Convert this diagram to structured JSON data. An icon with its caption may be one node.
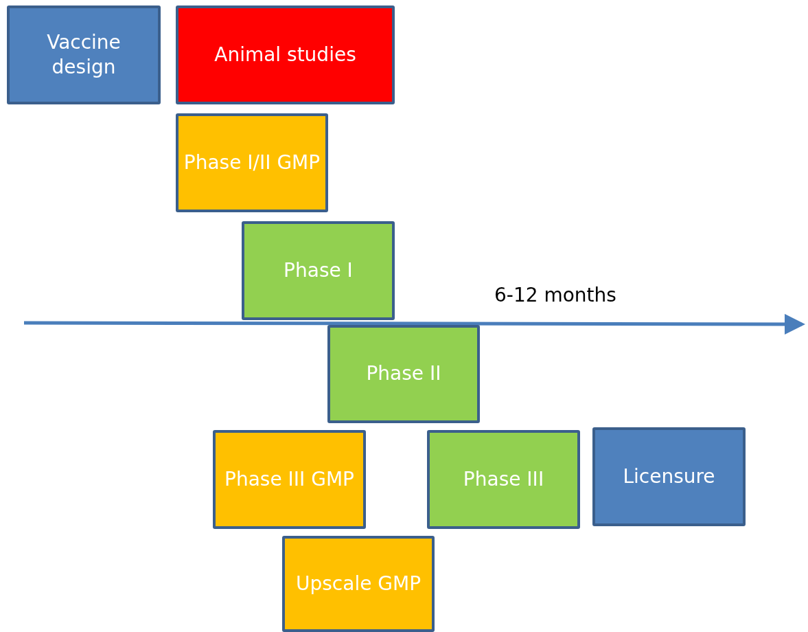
{
  "diagram": {
    "nodes": [
      {
        "text": [
          "Vaccine design"
        ]
      },
      {
        "text": [
          "Animal studies"
        ]
      },
      {
        "text": [
          "Phase I/II GMP"
        ]
      },
      {
        "text": [
          "Phase I"
        ]
      },
      {
        "text": [
          "Phase II"
        ]
      },
      {
        "text": [
          "Phase III GMP"
        ]
      },
      {
        "text": [
          "Phase III"
        ]
      },
      {
        "text": [
          "Licensure"
        ]
      },
      {
        "text": [
          "Upscale GMP"
        ]
      }
    ],
    "edges": [],
    "labels": [
      "6-12 months"
    ]
  }
}
